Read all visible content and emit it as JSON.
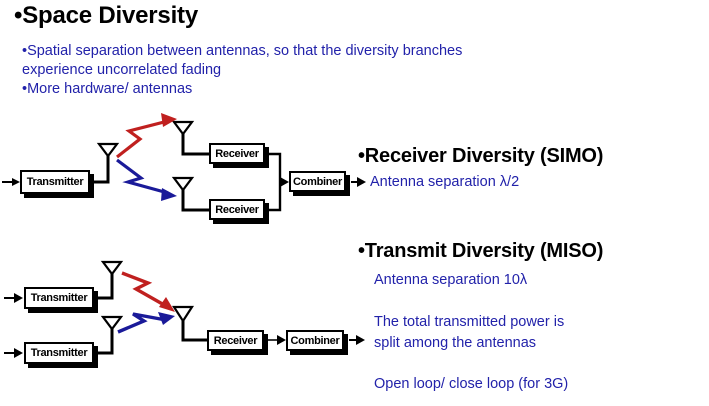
{
  "slide": {
    "title": "•Space Diversity",
    "intro_bullets": [
      "•Spatial separation between antennas, so that the diversity branches",
      "experience uncorrelated fading",
      "•More hardware/ antennas"
    ],
    "colors": {
      "blue_text": "#2222aa",
      "black_text": "#000000",
      "arrow_red": "#c0201f",
      "arrow_blue": "#1a1a99",
      "background": "#ffffff"
    }
  },
  "simo": {
    "heading": "•Receiver Diversity (SIMO)",
    "notes": [
      "Antenna separation λ/2"
    ],
    "diagram": {
      "transmitter_label": "Transmitter",
      "receiver_labels": [
        "Receiver",
        "Receiver"
      ],
      "combiner_label": "Combiner",
      "antennas": [
        "tx-antenna",
        "rx-antenna-upper",
        "rx-antenna-lower"
      ],
      "paths": [
        "red-zigzag-up",
        "blue-zigzag-down"
      ]
    }
  },
  "miso": {
    "heading": "•Transmit Diversity (MISO)",
    "notes": [
      "Antenna separation 10λ",
      "The total transmitted power is",
      "split among the antennas",
      "Open loop/ close loop (for 3G)"
    ],
    "diagram": {
      "transmitter_labels": [
        "Transmitter",
        "Transmitter"
      ],
      "receiver_label": "Receiver",
      "combiner_label": "Combiner",
      "antennas": [
        "tx-antenna-upper",
        "tx-antenna-lower",
        "rx-antenna"
      ],
      "paths": [
        "red-zigzag-down",
        "blue-zigzag-up"
      ]
    }
  }
}
